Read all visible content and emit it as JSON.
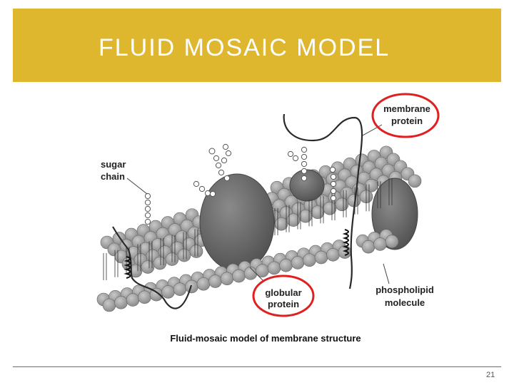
{
  "slide": {
    "title": "FLUID MOSAIC MODEL",
    "page_number": "21",
    "accent_color": "#dfb72f"
  },
  "diagram": {
    "labels": {
      "membrane_protein_1": "membrane",
      "membrane_protein_2": "protein",
      "sugar_chain_1": "sugar",
      "sugar_chain_2": "chain",
      "globular_protein_1": "globular",
      "globular_protein_2": "protein",
      "phospholipid_1": "phospholipid",
      "phospholipid_2": "molecule"
    },
    "caption": "Fluid-mosaic model of membrane structure",
    "highlight_color": "#e02020"
  }
}
